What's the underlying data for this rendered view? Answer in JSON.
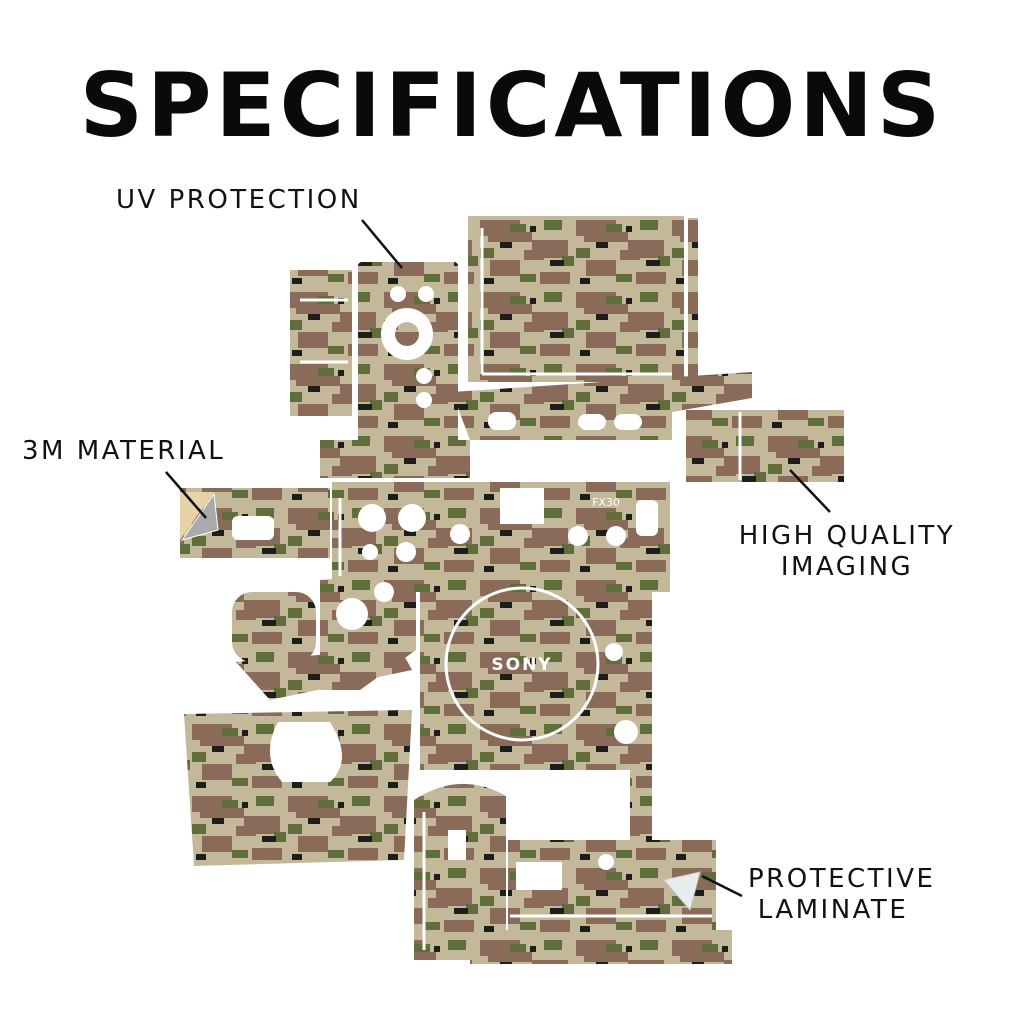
{
  "title": "SPECIFICATIONS",
  "callouts": {
    "uv": "UV PROTECTION",
    "material": "3M MATERIAL",
    "imaging_line1": "HIGH QUALITY",
    "imaging_line2": "IMAGING",
    "laminate_line1": "PROTECTIVE",
    "laminate_line2": "LAMINATE"
  },
  "skin_marks": {
    "brand": "SONY",
    "model": "FX30"
  },
  "colors": {
    "background": "#ffffff",
    "text": "#111111",
    "camo_tan": "#c3b99a",
    "camo_brown": "#8a6a58",
    "camo_green": "#5f6e3a",
    "camo_black": "#1c1e1a"
  }
}
